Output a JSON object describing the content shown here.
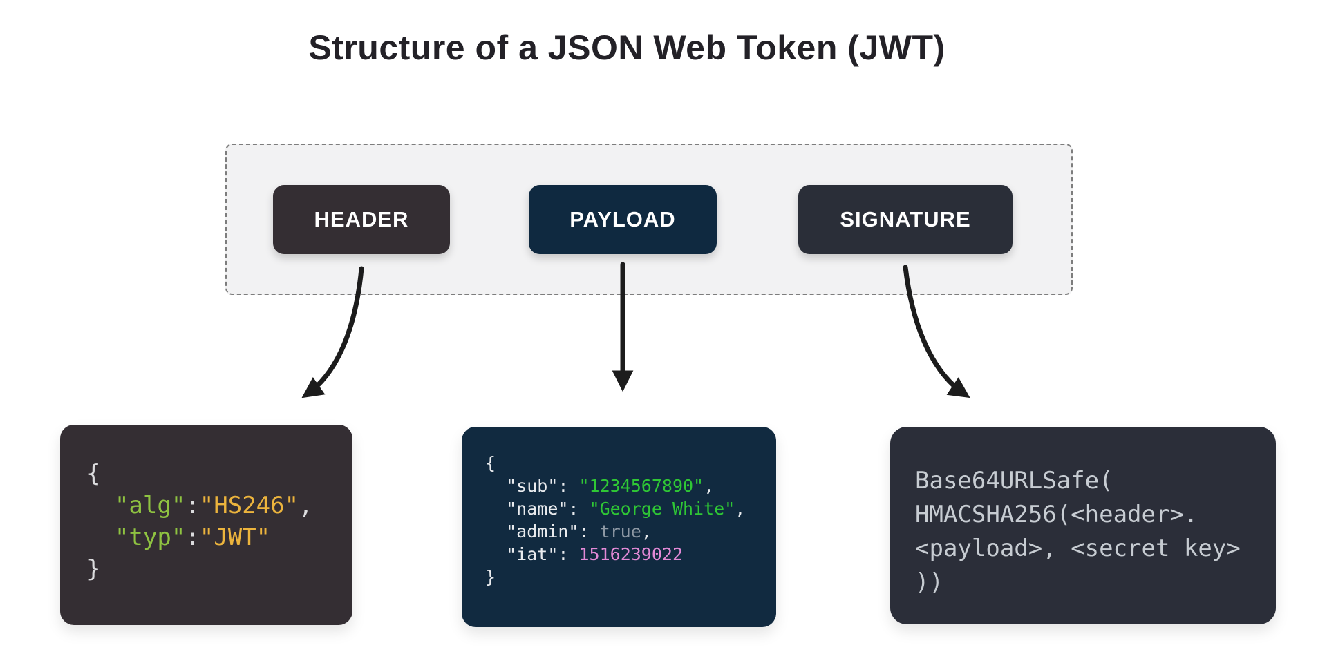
{
  "title": "Structure of a JSON Web Token (JWT)",
  "colors": {
    "page_bg": "#ffffff",
    "title_text": "#232127",
    "container_bg": "#f2f2f3",
    "container_border": "#7d7d7d",
    "arrow": "#1c1c1c",
    "box_text": "#ffffff"
  },
  "token_bar": {
    "parts": [
      {
        "label": "HEADER",
        "bg": "#342e33"
      },
      {
        "label": "PAYLOAD",
        "bg": "#0f2940"
      },
      {
        "label": "SIGNATURE",
        "bg": "#2a2e38"
      }
    ]
  },
  "code_blocks": [
    {
      "name": "header-json",
      "bg": "#342e33",
      "palette": {
        "punct": "#dcdcde",
        "key": "#8fc341",
        "string": "#ecb43d"
      },
      "lines": [
        [
          [
            "{",
            "punct"
          ]
        ],
        [
          [
            "  ",
            "punct"
          ],
          [
            "\"alg\"",
            "key"
          ],
          [
            ":",
            "punct"
          ],
          [
            "\"HS246\"",
            "string"
          ],
          [
            ",",
            "punct"
          ]
        ],
        [
          [
            "  ",
            "punct"
          ],
          [
            "\"typ\"",
            "key"
          ],
          [
            ":",
            "punct"
          ],
          [
            "\"JWT\"",
            "string"
          ]
        ],
        [
          [
            "}",
            "punct"
          ]
        ]
      ]
    },
    {
      "name": "payload-json",
      "bg": "#112a40",
      "palette": {
        "punct": "#e9ebee",
        "string": "#2fc735",
        "boolean": "#8d98a4",
        "number": "#e289d6"
      },
      "lines": [
        [
          [
            "{",
            "punct"
          ]
        ],
        [
          [
            "  ",
            "punct"
          ],
          [
            "\"sub\"",
            "punct"
          ],
          [
            ": ",
            "punct"
          ],
          [
            "\"1234567890\"",
            "string"
          ],
          [
            ",",
            "punct"
          ]
        ],
        [
          [
            "  ",
            "punct"
          ],
          [
            "\"name\"",
            "punct"
          ],
          [
            ": ",
            "punct"
          ],
          [
            "\"George White\"",
            "string"
          ],
          [
            ",",
            "punct"
          ]
        ],
        [
          [
            "  ",
            "punct"
          ],
          [
            "\"admin\"",
            "punct"
          ],
          [
            ": ",
            "punct"
          ],
          [
            "true",
            "boolean"
          ],
          [
            ",",
            "punct"
          ]
        ],
        [
          [
            "  ",
            "punct"
          ],
          [
            "\"iat\"",
            "punct"
          ],
          [
            ": ",
            "punct"
          ],
          [
            "1516239022",
            "number"
          ]
        ],
        [
          [
            "}",
            "punct"
          ]
        ]
      ]
    },
    {
      "name": "signature-formula",
      "bg": "#2b2e39",
      "palette": {
        "plain": "#c7ccd2"
      },
      "lines": [
        [
          [
            "Base64URLSafe(",
            "plain"
          ]
        ],
        [
          [
            "HMACSHA256(<header>.",
            "plain"
          ]
        ],
        [
          [
            "<payload>, <secret key>",
            "plain"
          ]
        ],
        [
          [
            "))",
            "plain"
          ]
        ]
      ]
    }
  ]
}
